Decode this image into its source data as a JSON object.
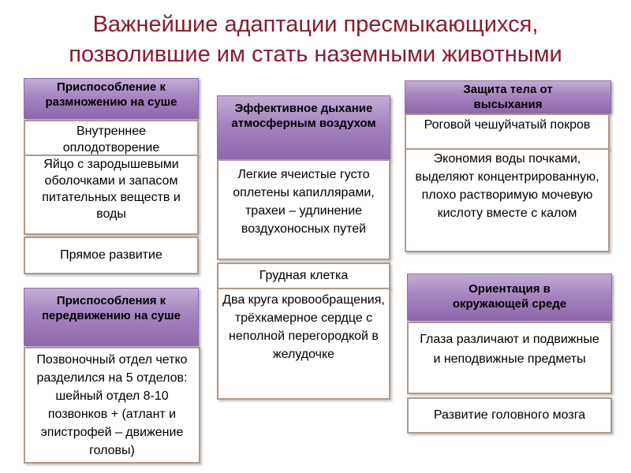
{
  "slide": {
    "title_line1": "Важнейшие адаптации пресмыкающихся,",
    "title_line2": "позволившие им стать наземными животными"
  },
  "reproduction": {
    "header": "Приспособление к размножению на суше",
    "items": [
      "Внутреннее оплодотворение",
      "Яйцо с зародышевыми оболочками и запасом питательных веществ и воды",
      "Прямое развитие"
    ]
  },
  "locomotion": {
    "header": "Приспособления к передвижению на суше",
    "items": [
      "Позвоночный отдел четко разделился на 5 отделов: шейный отдел 8-10 позвонков + (атлант и эпистрофей – движение головы)"
    ]
  },
  "breathing": {
    "header": "Эффективное дыхание атмосферным воздухом",
    "items": [
      "Легкие ячеистые густо оплетены капиллярами, трахеи – удлинение воздухоносных путей",
      "Грудная клетка",
      "Два круга кровообращения, трёхкамерное сердце с неполной перегородкой в желудочке"
    ]
  },
  "protection": {
    "header": "Защита тела от высыхания",
    "items": [
      "Роговой чешуйчатый покров",
      "Экономия воды почками, выделяют концентрированную, плохо растворимую мочевую кислоту вместе с калом"
    ]
  },
  "orientation": {
    "header": "Ориентация в окружающей среде",
    "items": [
      "Глаза различают и подвижные и неподвижные предметы",
      "Развитие головного мозга"
    ]
  }
}
